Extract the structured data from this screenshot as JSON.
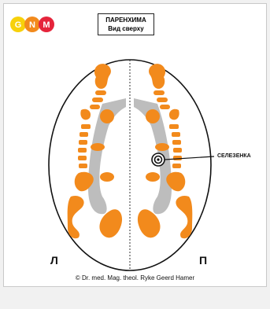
{
  "logo": {
    "letters": [
      "G",
      "N",
      "M"
    ],
    "colors": [
      "#f7d10b",
      "#f28a1c",
      "#e5243b"
    ]
  },
  "title": {
    "line1": "ПАРЕНХИМА",
    "line2": "Вид сверху"
  },
  "labels": {
    "organ": "СЕЛЕЗЕНКА",
    "left": "Л",
    "right": "П"
  },
  "footer": "© Dr. med. Mag. theol. Ryke Geerd Hamer",
  "colors": {
    "relay": "#f28a1c",
    "ventricle": "#bdbdbd",
    "outline": "#111111"
  }
}
